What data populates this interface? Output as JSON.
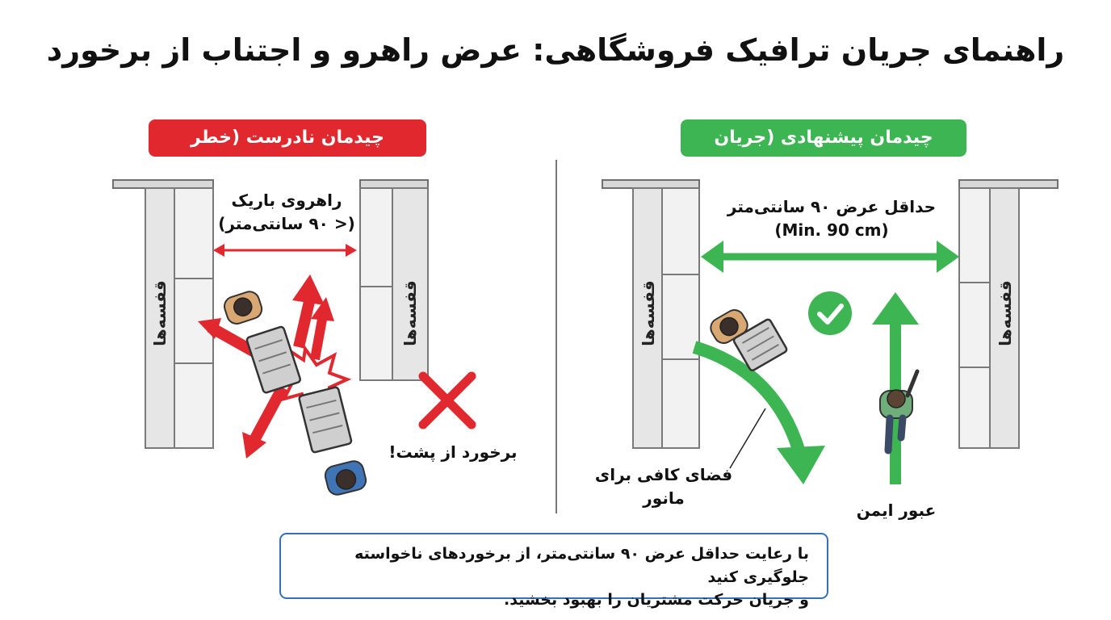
{
  "title": "راهنمای جریان ترافیک فروشگاهی: عرض راهرو و اجتناب از برخورد",
  "recommended": {
    "badge": "چیدمان پیشنهادی (جریان ایمن)",
    "width_label_line1": "حداقل عرض ۹۰ سانتی‌متر",
    "width_label_line2": "(Min. 90 cm)",
    "shelf_left": "قفسه‌ها",
    "shelf_right": "قفسه‌ها",
    "maneuver_label_line1": "فضای کافی برای",
    "maneuver_label_line2": "مانور",
    "safe_pass_label": "عبور ایمن"
  },
  "incorrect": {
    "badge": "چیدمان نادرست (خطر برخورد)",
    "narrow_label_line1": "راهروی باریک",
    "narrow_label_line2": "(< ۹۰ سانتی‌متر)",
    "shelf_left": "قفسه‌ها",
    "shelf_right": "قفسه‌ها",
    "collision_label": "برخورد از پشت!"
  },
  "note": {
    "line1": "با رعایت حداقل عرض ۹۰ سانتی‌متر، از برخوردهای ناخواسته جلوگیری کنید",
    "line2": "و جریان حرکت مشتریان را بهبود بخشید."
  },
  "colors": {
    "green": "#3db552",
    "red": "#e0282e",
    "blue_border": "#3570b8",
    "shelf": "#e6e6e6",
    "shelf_edge": "#7a7a7a"
  }
}
